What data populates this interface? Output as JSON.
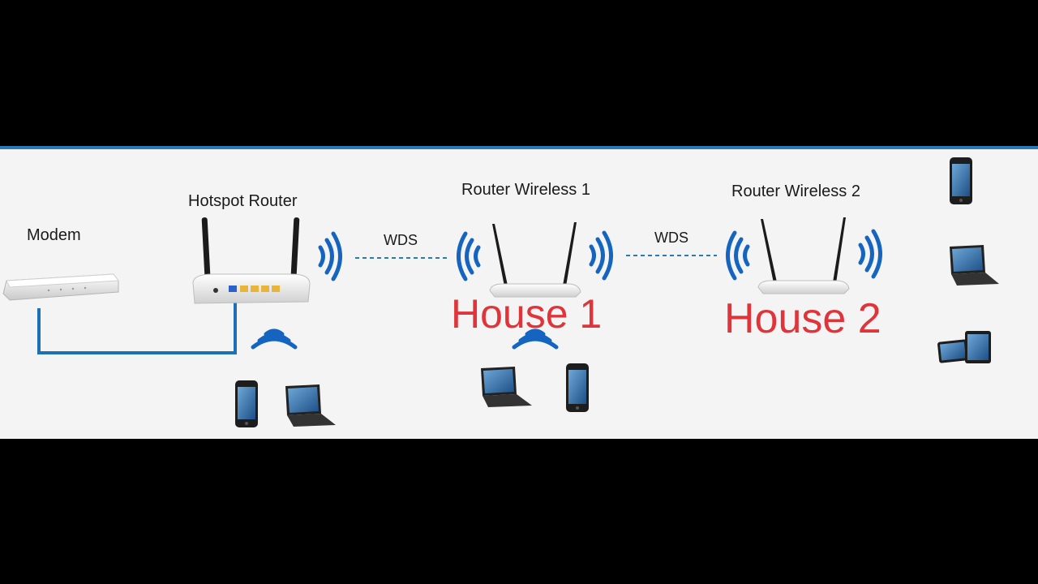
{
  "labels": {
    "modem": "Modem",
    "hotspot_router": "Hotspot Router",
    "router_wireless_1": "Router Wireless 1",
    "router_wireless_2": "Router Wireless 2",
    "wds_1": "WDS",
    "wds_2": "WDS",
    "house_1": "House 1",
    "house_2": "House 2"
  },
  "colors": {
    "background": "#000000",
    "panel": "#f4f4f4",
    "accent_line": "#2a7ab8",
    "cable": "#1f6fb8",
    "wifi": "#1565c0",
    "house_text": "#e0343b"
  },
  "icons": [
    "modem-icon",
    "router-icon",
    "wifi-signal-icon",
    "smartphone-icon",
    "laptop-icon",
    "tablet-icon"
  ]
}
